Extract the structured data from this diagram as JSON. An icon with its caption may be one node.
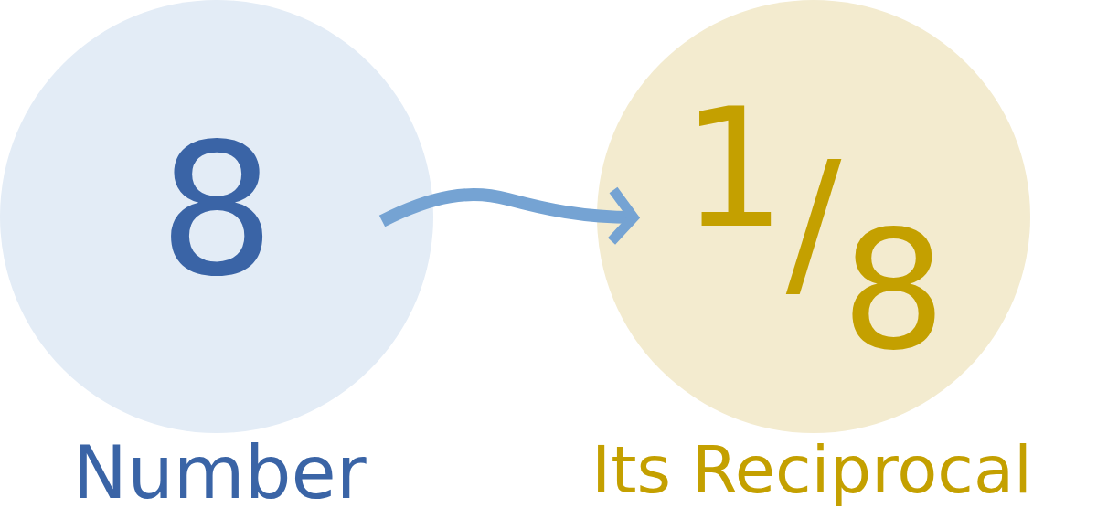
{
  "diagram": {
    "nodes": [
      {
        "text": [
          "8"
        ],
        "beside": [
          "Number"
        ]
      },
      {
        "text": [
          "$^{1}$/$_{8}$"
        ],
        "beside": [
          "Its Reciprocal"
        ]
      }
    ],
    "edges": [
      {
        "from": 0,
        "to": 1,
        "arrow": "to",
        "color": "#75a3d3"
      }
    ]
  }
}
